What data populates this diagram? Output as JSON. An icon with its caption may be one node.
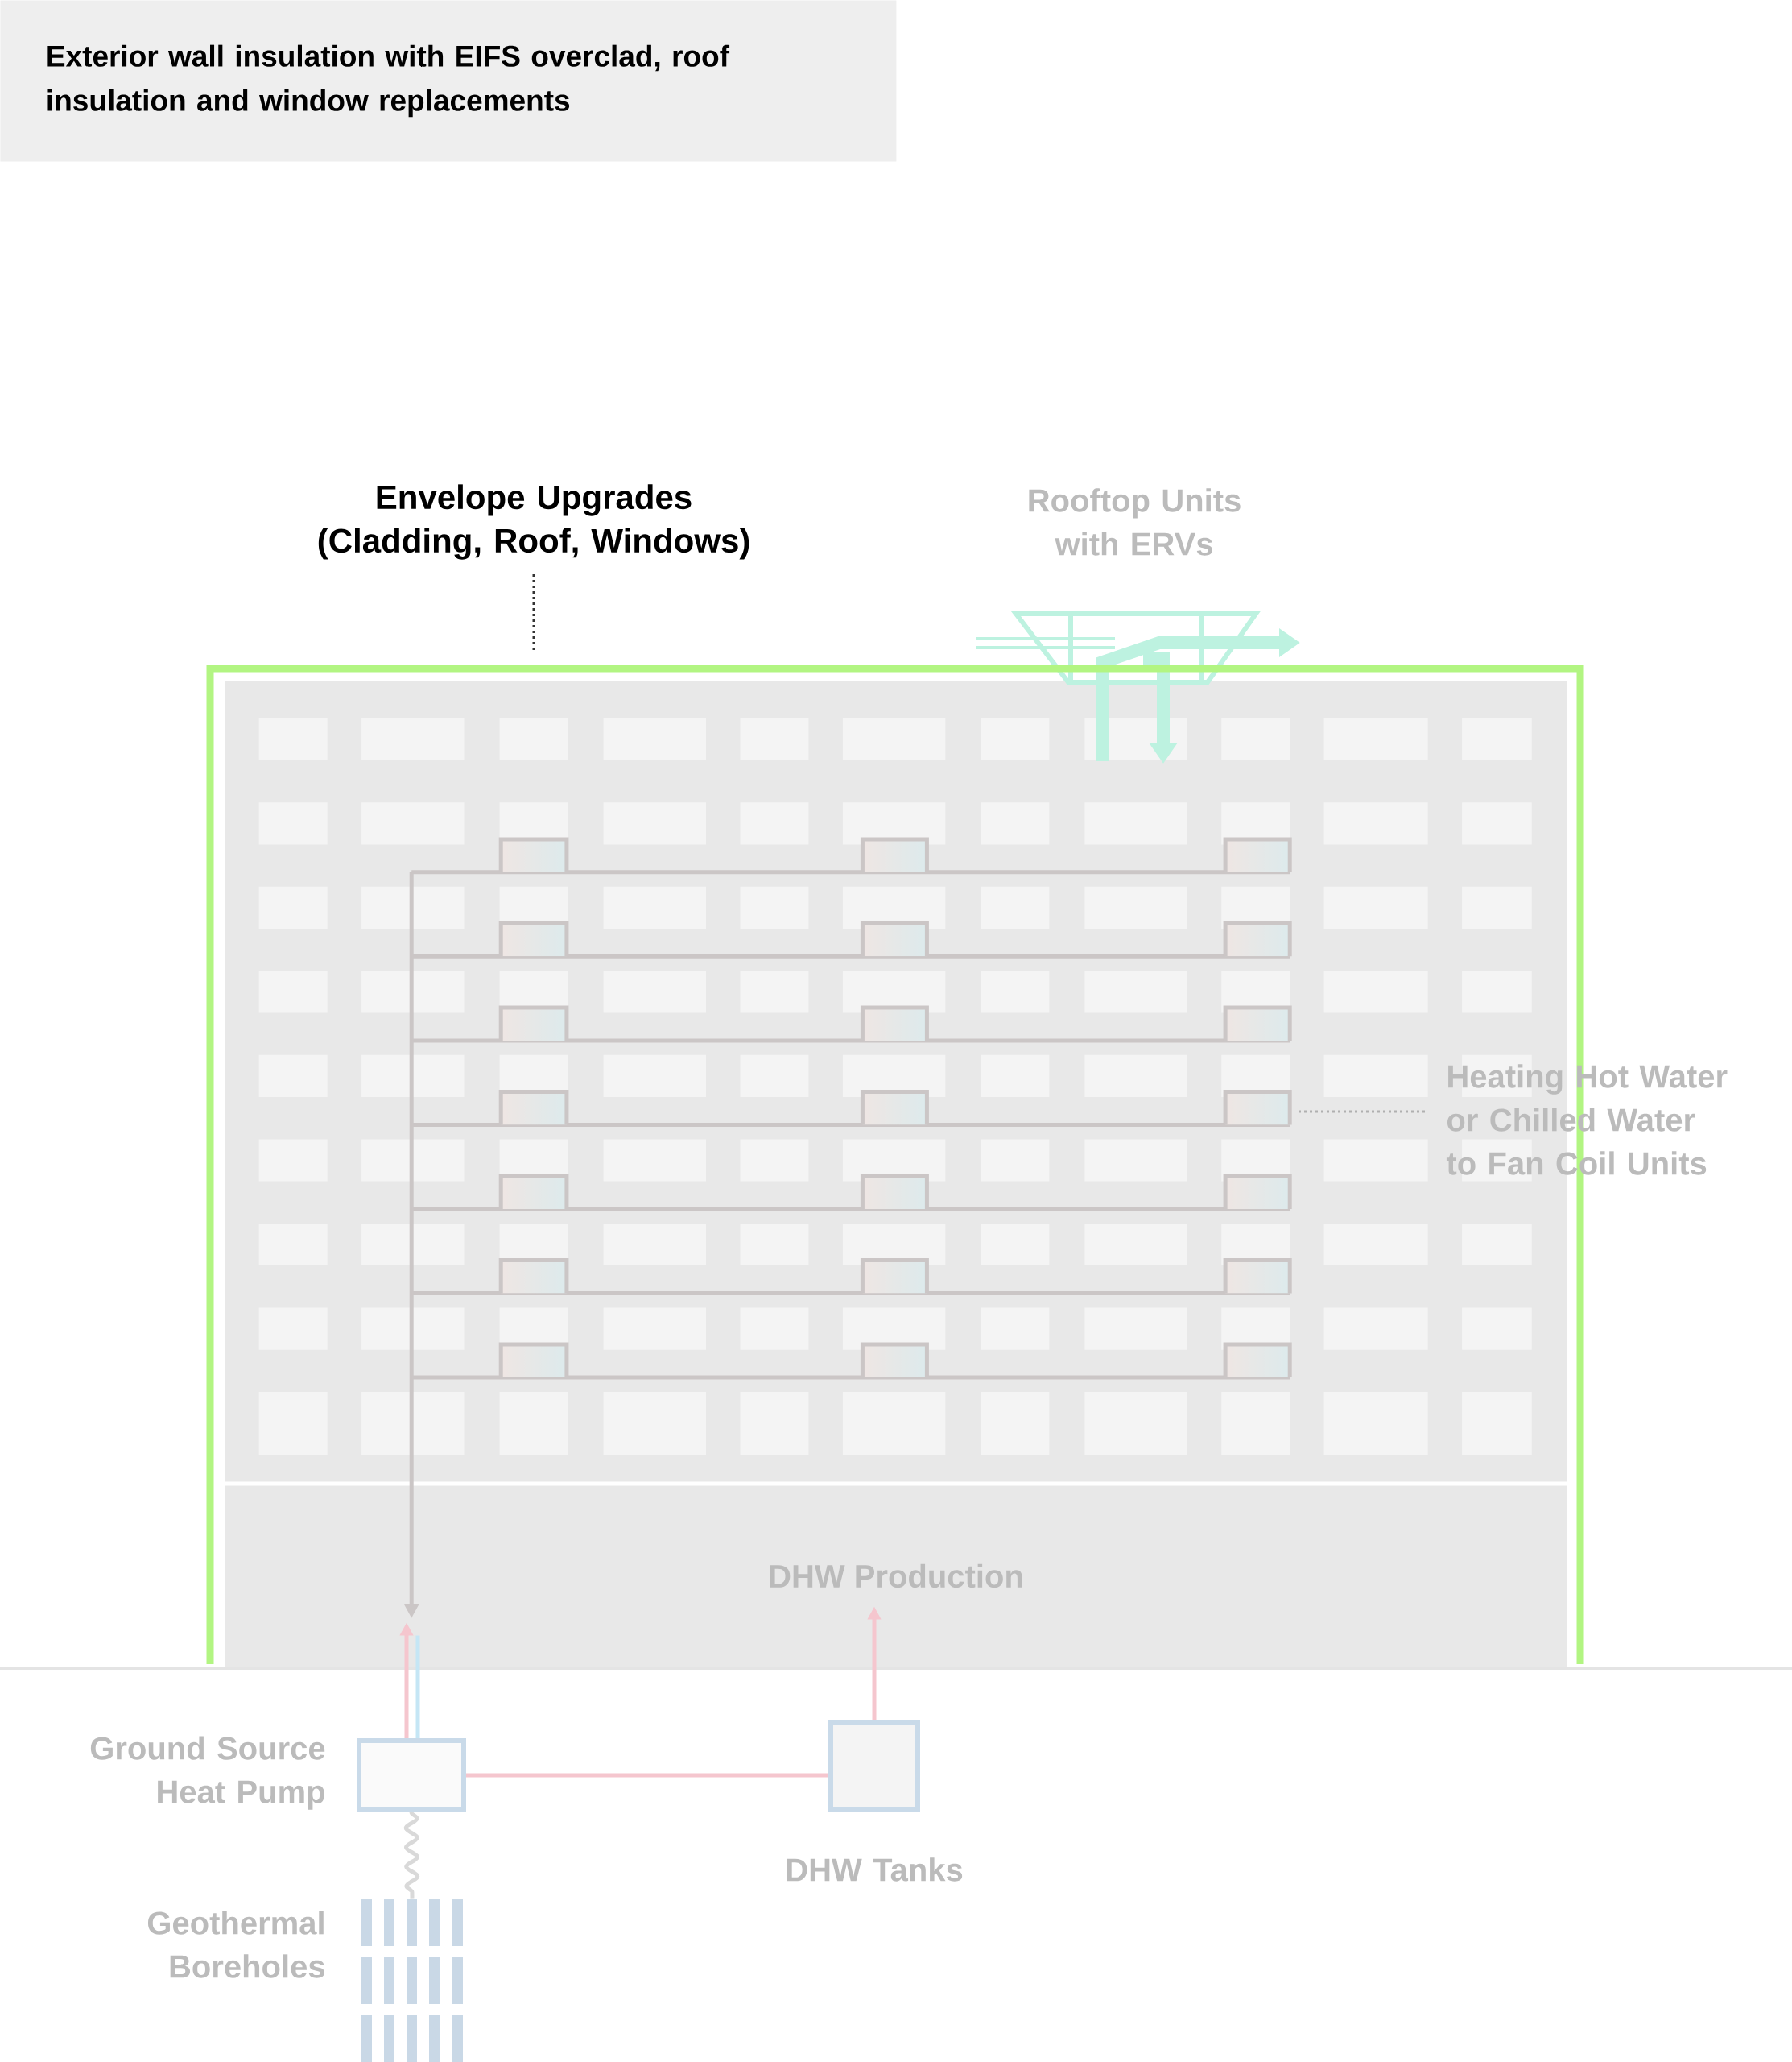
{
  "diagram": {
    "nodes": [
      {
        "text": [
          "Exterior wall insulation with EIFS overclad, roof insulation and window replacements"
        ]
      },
      {
        "text": [
          "Envelope Upgrades (Cladding, Roof, Windows)"
        ]
      },
      {
        "text": [
          "Rooftop Units with ERVs"
        ]
      },
      {
        "text": [
          "DHW Production"
        ]
      },
      {
        "text": [
          "Heating Hot Water or Chilled Water to Fan Coil Units"
        ]
      },
      {
        "text": [],
        "shape": "box",
        "beside": [
          "Ground Source Heat Pump"
        ]
      },
      {
        "text": [],
        "shape": "box",
        "beside": [
          "DHW Tanks"
        ]
      },
      {
        "text": [],
        "shape": "bar",
        "beside": [
          "Geothermal Boreholes"
        ]
      }
    ],
    "edges": [
      {
        "from": 1,
        "to": null,
        "arrow": "none",
        "style": "dashed",
        "color": "#333333"
      },
      {
        "from": 4,
        "to": null,
        "arrow": "none",
        "style": "dashed",
        "color": "#b0b0b0"
      },
      {
        "from": 5,
        "to": 3,
        "arrow": "to",
        "color": "#f5c6ce"
      },
      {
        "from": 5,
        "to": 6,
        "arrow": "none",
        "color": "#f5c6ce"
      },
      {
        "from": 6,
        "to": 3,
        "arrow": "to",
        "color": "#f5c6ce"
      },
      {
        "from": 5,
        "to": 7,
        "arrow": "none",
        "color": "#d9d9d9"
      },
      {
        "from": 5,
        "to": 3,
        "arrow": "none",
        "color": "#c5e6f5"
      }
    ]
  }
}
